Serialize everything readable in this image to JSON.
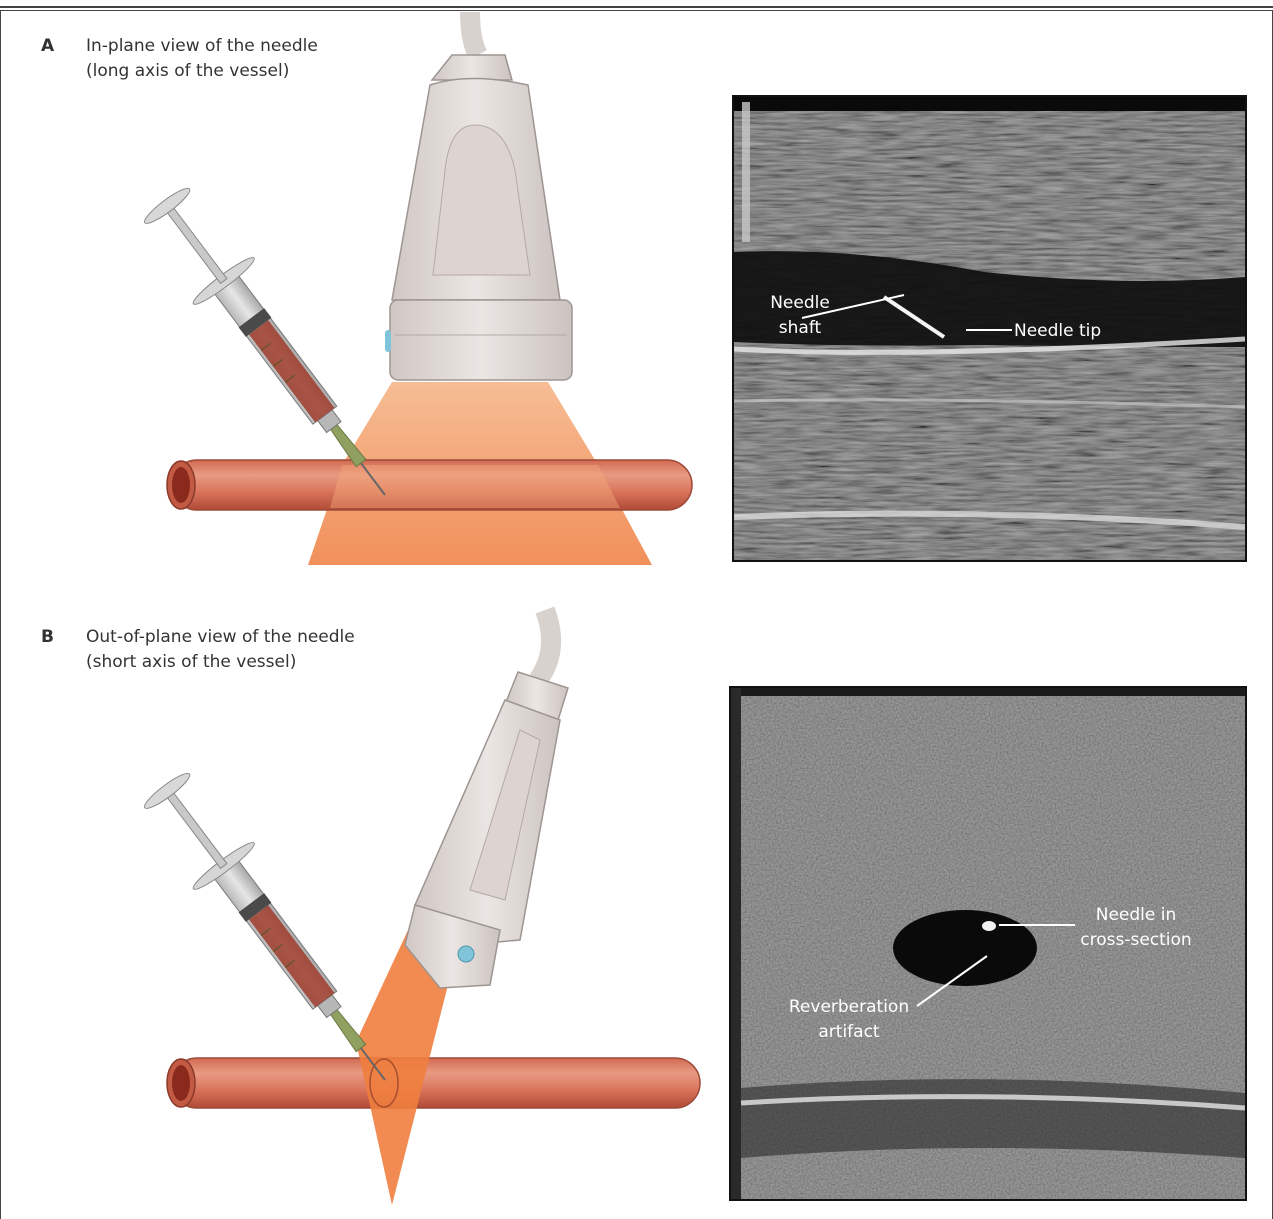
{
  "panel_a": {
    "letter": "A",
    "caption": "In-plane view of the needle\n(long axis of the vessel)",
    "labels": {
      "needle_shaft": "Needle\nshaft",
      "needle_tip": "Needle tip"
    }
  },
  "panel_b": {
    "letter": "B",
    "caption": "Out-of-plane view of the needle\n(short axis of the vessel)",
    "labels": {
      "needle_cross_section": "Needle in\ncross-section",
      "reverberation_artifact": "Reverberation\nartifact"
    }
  }
}
